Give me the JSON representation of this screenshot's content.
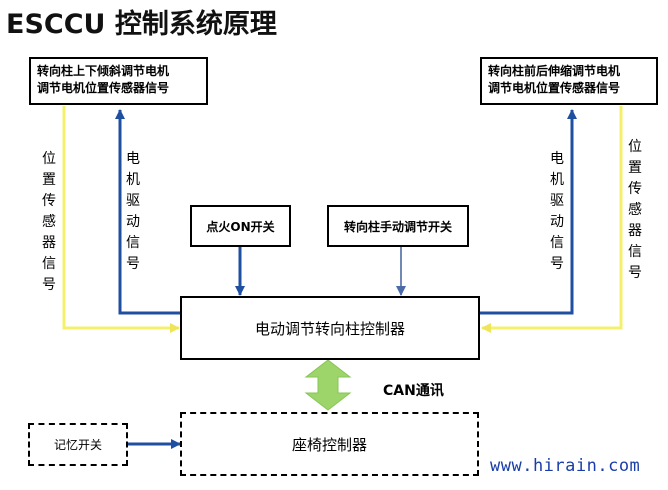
{
  "title": "ESCCU 控制系统原理",
  "boxes": {
    "tilt_motor": {
      "line1": "转向柱上下倾斜调节电机",
      "line2": "调节电机位置传感器信号"
    },
    "telescope_motor": {
      "line1": "转向柱前后伸缩调节电机",
      "line2": "调节电机位置传感器信号"
    },
    "ignition_switch": "点火ON开关",
    "manual_switch": "转向柱手动调节开关",
    "controller": "电动调节转向柱控制器",
    "memory_switch": "记忆开关",
    "seat_controller": "座椅控制器"
  },
  "labels": {
    "position_sensor_left": "位置传感器信号",
    "motor_drive_left": "电机驱动信号",
    "motor_drive_right": "电机驱动信号",
    "position_sensor_right": "位置传感器信号",
    "can": "CAN通讯"
  },
  "watermark": "www.hirain.com",
  "colors": {
    "sensor_line": "#f5f06b",
    "drive_line": "#1f4fa0",
    "can_arrow": "#9dd56a",
    "manual_line": "#6f88b4"
  }
}
